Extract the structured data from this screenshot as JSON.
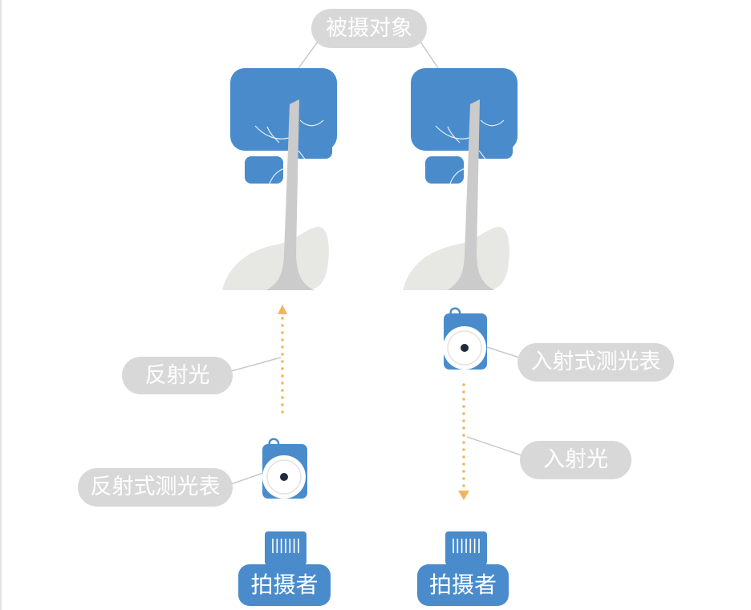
{
  "diagram": {
    "subject_label": "被摄对象",
    "reflected": {
      "light_label": "反射光",
      "meter_label": "反射式测光表",
      "photographer_label": "拍摄者"
    },
    "incident": {
      "light_label": "入射光",
      "meter_label": "入射式测光表",
      "photographer_label": "拍摄者"
    }
  },
  "icons": {
    "subject": "tree-figure-icon",
    "meter": "light-meter-icon",
    "camera": "camera-icon",
    "arrow_up": "dotted-arrow-up-icon",
    "arrow_down": "dotted-arrow-down-icon"
  },
  "colors": {
    "primary_blue": "#4a8ccb",
    "label_gray": "#d8d8d8",
    "label_text": "#ffffff",
    "light_arrow": "#f3b55c",
    "trunk_gray": "#cbcbcb",
    "ground_gray": "#e7e7e3",
    "meter_dot": "#1d2b3c"
  }
}
